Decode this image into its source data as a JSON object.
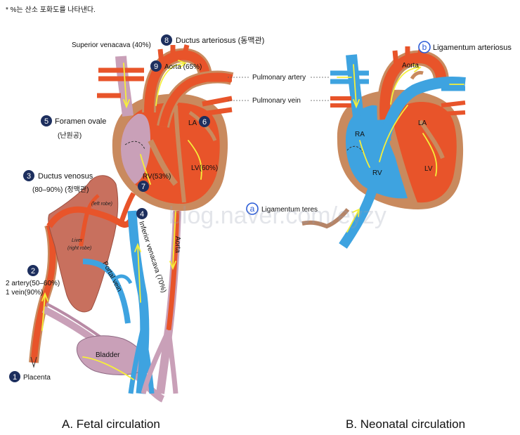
{
  "note": "* %는 산소 포화도를 나타낸다.",
  "fetal": {
    "caption": "A. Fetal circulation",
    "labels": {
      "superior_venacava": "Superior venacava (40%)",
      "ductus_arteriosus": "Ductus arteriosus (동맥관)",
      "aorta": "Aorta (65%)",
      "foramen_ovale": "Foramen ovale",
      "foramen_ovale_kr": "(난원공)",
      "la": "LA",
      "rv": "RV(53%)",
      "lv": "LV(60%)",
      "ductus_venosus": "Ductus venosus",
      "ductus_venosus_sub": "(80–90%) (정맥관)",
      "liver_left": "(left robe)",
      "liver": "Liver",
      "liver_right": "(right robe)",
      "inferior_venacava": "Inferior venacava (70%)",
      "aorta_down": "Aorta",
      "portal_vein": "Portal vein",
      "artery": "2 artery(50–60%)",
      "vein": "1 vein(90%)",
      "bladder": "Bladder",
      "placenta": "Placenta"
    },
    "numbers": [
      "1",
      "2",
      "3",
      "4",
      "5",
      "6",
      "7",
      "8",
      "9"
    ]
  },
  "shared": {
    "pulmonary_artery": "Pulmonary artery",
    "pulmonary_vein": "Pulmonary vein"
  },
  "neonatal": {
    "caption": "B. Neonatal circulation",
    "labels": {
      "ligamentum_arteriosus": "Ligamentum arteriosus",
      "aorta": "Aorta",
      "ra": "RA",
      "la": "LA",
      "rv": "RV",
      "lv": "LV",
      "ligamentum_teres": "Ligamentum teres"
    },
    "letters": [
      "a",
      "b"
    ]
  },
  "watermark": "blog.naver.com/eyzy",
  "colors": {
    "oxygenated": "#e8542a",
    "deoxygenated": "#3ea3e0",
    "mixed": "#c9a0b8",
    "heart_wall": "#c98a5e",
    "liver": "#c8705e",
    "flow_arrow": "#f6ef3a",
    "number_badge": "#1d2f5e",
    "letter_badge": "#2a5bd7"
  }
}
